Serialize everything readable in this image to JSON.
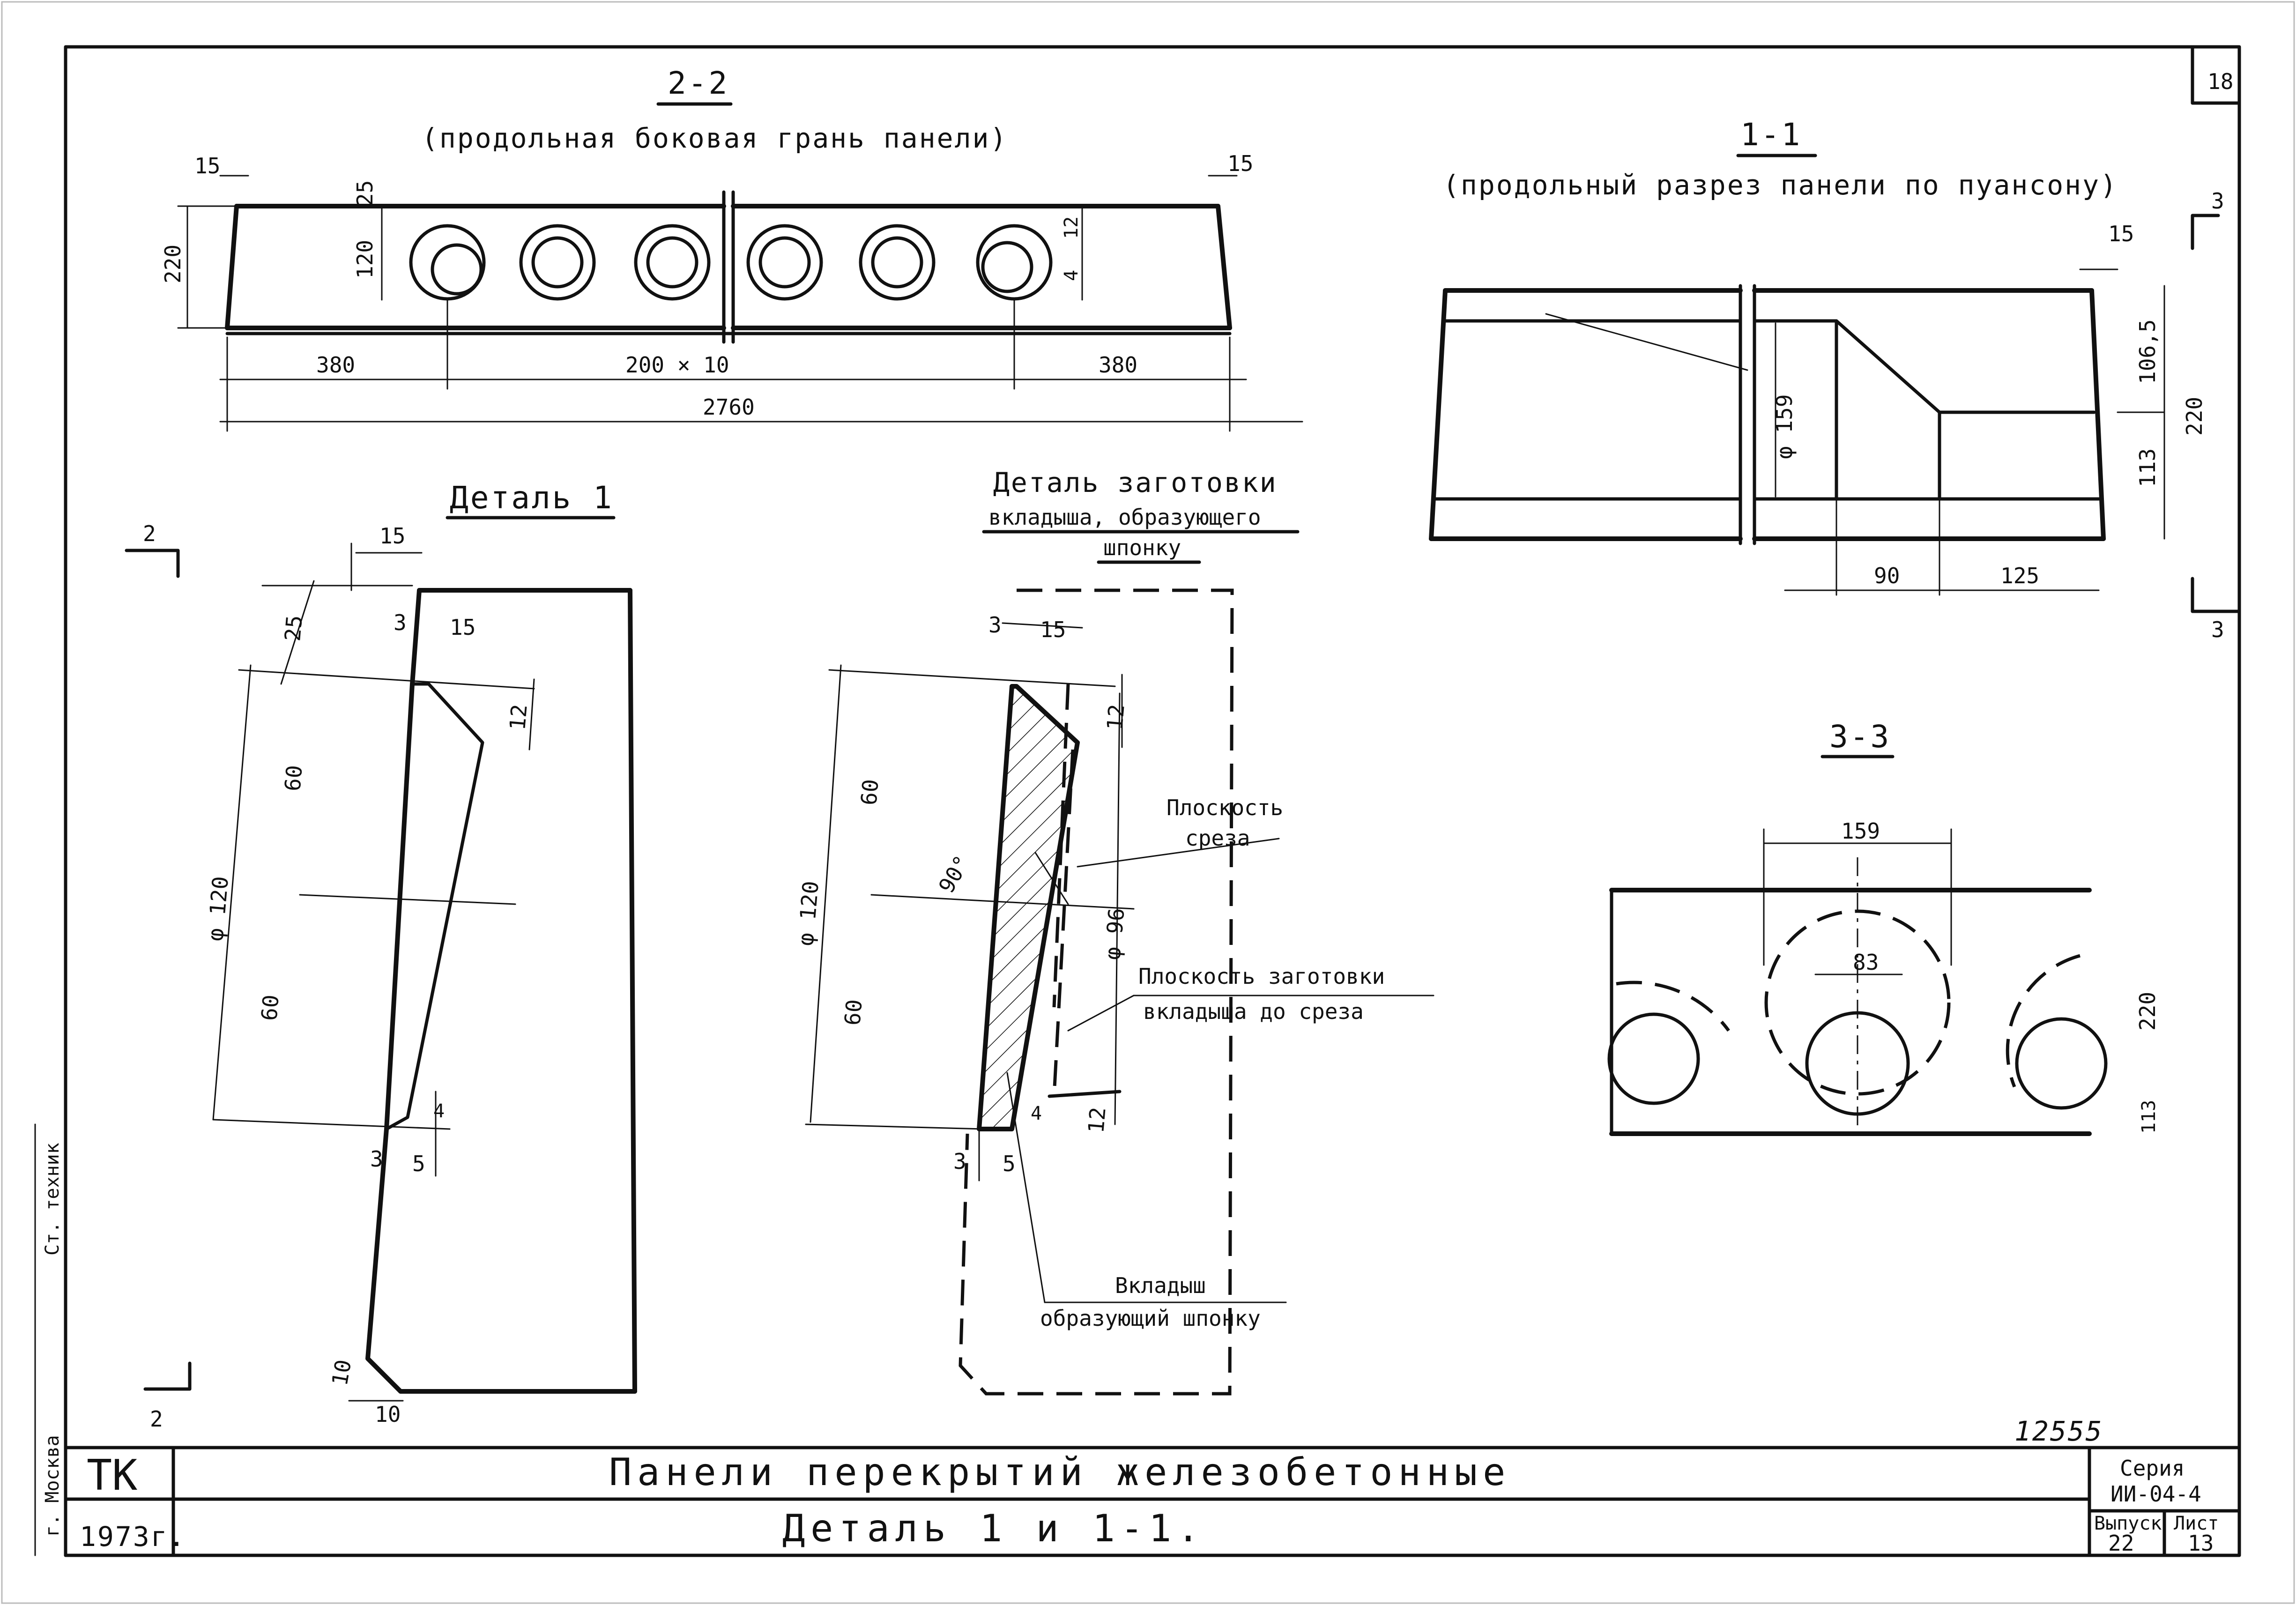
{
  "sheet": {
    "sheet_number": "18",
    "doc_number": "12555",
    "city": "г. Москва",
    "side_strip": "Ст. техник"
  },
  "section_2_2": {
    "label": "2-2",
    "subtitle": "(продольная боковая грань панели)",
    "dims": {
      "left_offset": "15",
      "right_offset": "15",
      "top": "25",
      "height": "220",
      "hole": "120",
      "r1": "12",
      "r2": "4",
      "left_len": "380",
      "mid_len": "200 × 10",
      "right_len": "380",
      "total": "2760"
    }
  },
  "section_1_1": {
    "label": "1-1",
    "subtitle": "(продольный разрез панели по пуансону)",
    "dims": {
      "top_offset": "15",
      "dia": "φ 159",
      "h1": "106,5",
      "h2": "113",
      "height": "220",
      "w1": "90",
      "w2": "125"
    },
    "cut_mark": "3"
  },
  "detail_1": {
    "label": "Деталь 1",
    "dims": {
      "top": "15",
      "d25": "25",
      "d3a": "3",
      "d15": "15",
      "d12": "12",
      "d60a": "60",
      "dia": "φ 120",
      "d60b": "60",
      "d4": "4",
      "d3b": "3",
      "d5": "5",
      "d10a": "10",
      "d10b": "10"
    },
    "cut_mark": "2"
  },
  "detail_blank": {
    "label_line1": "Деталь заготовки",
    "label_line2": "вкладыша, образующего",
    "label_line3": "шпонку",
    "dims": {
      "d3": "3",
      "d15": "15",
      "d12a": "12",
      "d60a": "60",
      "angle": "90°",
      "dia120": "φ 120",
      "dia96": "φ 96",
      "d60b": "60",
      "d4": "4",
      "d12b": "12",
      "d3b": "3",
      "d5": "5"
    },
    "note_cut_1": "Плоскость",
    "note_cut_2": "среза",
    "note_blank_1": "Плоскость заготовки",
    "note_blank_2": "вкладыша до среза",
    "note_insert_1": "Вкладыш",
    "note_insert_2": "образующий шпонку"
  },
  "section_3_3": {
    "label": "3-3",
    "dims": {
      "width": "159",
      "inner": "83",
      "height": "220",
      "small": "113"
    }
  },
  "title_block": {
    "org": "ТК",
    "year": "1973г.",
    "title_line1": "Панели перекрытий железобетонные",
    "title_line2": "Деталь 1 и 1-1.",
    "series_label": "Серия",
    "series_value": "ИИ-04-4",
    "issue_label": "Выпуск",
    "issue_value": "22",
    "sheet_label": "Лист",
    "sheet_value": "13"
  }
}
